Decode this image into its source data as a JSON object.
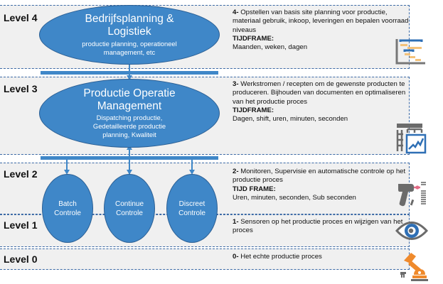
{
  "levels": [
    {
      "label": "Level 4",
      "ellipse": {
        "title": "Bedrijfsplanning & Logistiek",
        "subtitle": "productie planning, operationeel management, etc"
      },
      "description": {
        "num": "4-",
        "text": " Opstellen van basis site planning voor productie, materiaal gebruik, inkoop, leveringen en bepalen voorraad niveaus",
        "tf_label": "TIJDFRAME:",
        "tf_value": "Maanden, weken, dagen"
      },
      "icon": "gantt-chart-icon"
    },
    {
      "label": "Level 3",
      "ellipse": {
        "title": "Productie Operatie Management",
        "subtitle": "Dispatching productie, Gedetailleerde productie planning, Kwaliteit"
      },
      "description": {
        "num": "3-",
        "text": " Werkstromen / recepten om de gewenste producten te produceren. Bijhouden van documenten en optimaliseren van het productie proces",
        "tf_label": "TIJDFRAME:",
        "tf_value": "Dagen, shift, uren, minuten, seconden"
      },
      "icon": "spreadsheet-chart-icon"
    },
    {
      "label": "Level 2",
      "description": {
        "num": "2-",
        "text": " Monitoren, Supervisie en automatische controle op het productie proces",
        "tf_label": "TIJD FRAME:",
        "tf_value": "Uren, minuten, seconden, Sub seconden"
      },
      "icon": "barcode-scanner-icon"
    },
    {
      "label": "Level 1",
      "description": {
        "num": "1-",
        "text": " Sensoren op het productie proces en wijzigen van het proces"
      },
      "icon": "eye-sensor-icon"
    },
    {
      "label": "Level 0",
      "description": {
        "num": "0-",
        "text": " Het echte productie proces"
      },
      "icon": "robot-arm-icon"
    }
  ],
  "controls": [
    {
      "line1": "Batch",
      "line2": "Controle"
    },
    {
      "line1": "Continue",
      "line2": "Controle"
    },
    {
      "line1": "Discreet",
      "line2": "Controle"
    }
  ],
  "colors": {
    "ellipse": "#3f87c8",
    "band": "#f0f0f0",
    "dash": "#3c6aa6",
    "orange": "#ef8a2c",
    "gray": "#6b6b6b"
  }
}
